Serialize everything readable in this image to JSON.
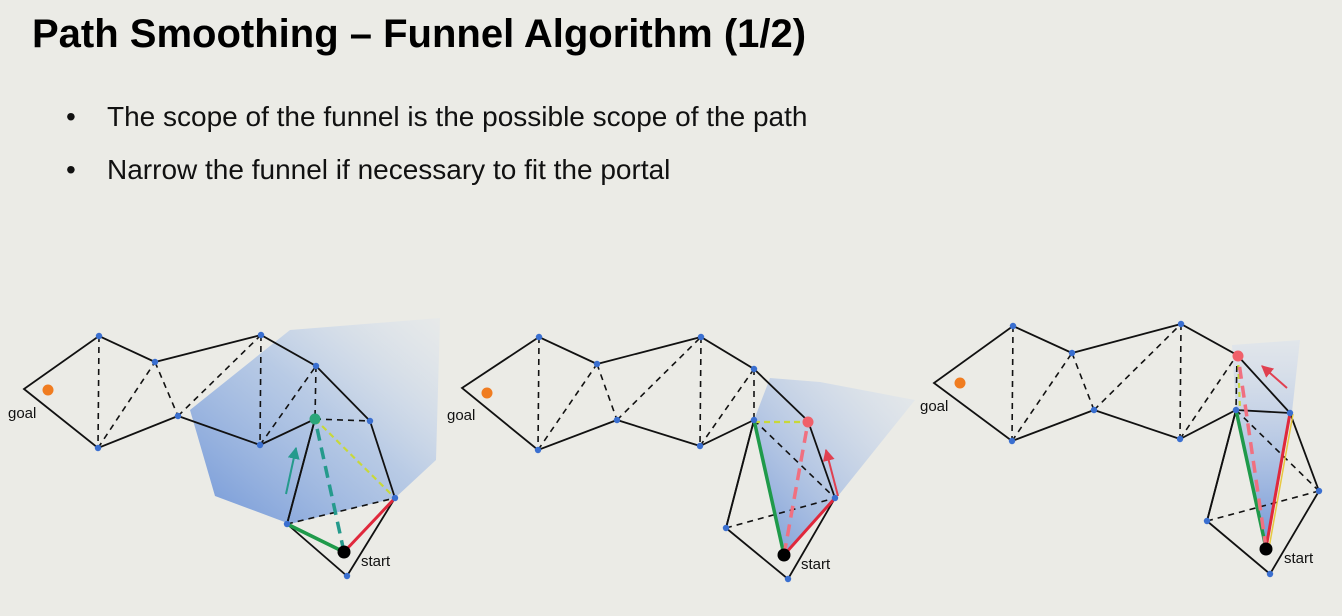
{
  "slide": {
    "title": "Path Smoothing – Funnel Algorithm (1/2)",
    "bullets": [
      "The scope of the funnel is the possible scope of the path",
      "Narrow the funnel if necessary to fit the portal"
    ],
    "bullet_glyph": "•"
  },
  "diagrams": [
    {
      "goal_label": "goal",
      "start_label": "start"
    },
    {
      "goal_label": "goal",
      "start_label": "start"
    },
    {
      "goal_label": "goal",
      "start_label": "start"
    }
  ],
  "colors": {
    "funnel_left": "#1f9a4a",
    "funnel_right": "#e0283c",
    "apex_green": "#2aa67a",
    "apex_red": "#f0606a",
    "teal_dash": "#259a8c",
    "goal": "#f07c20",
    "vertex": "#3a6fd0",
    "start": "#000000"
  }
}
